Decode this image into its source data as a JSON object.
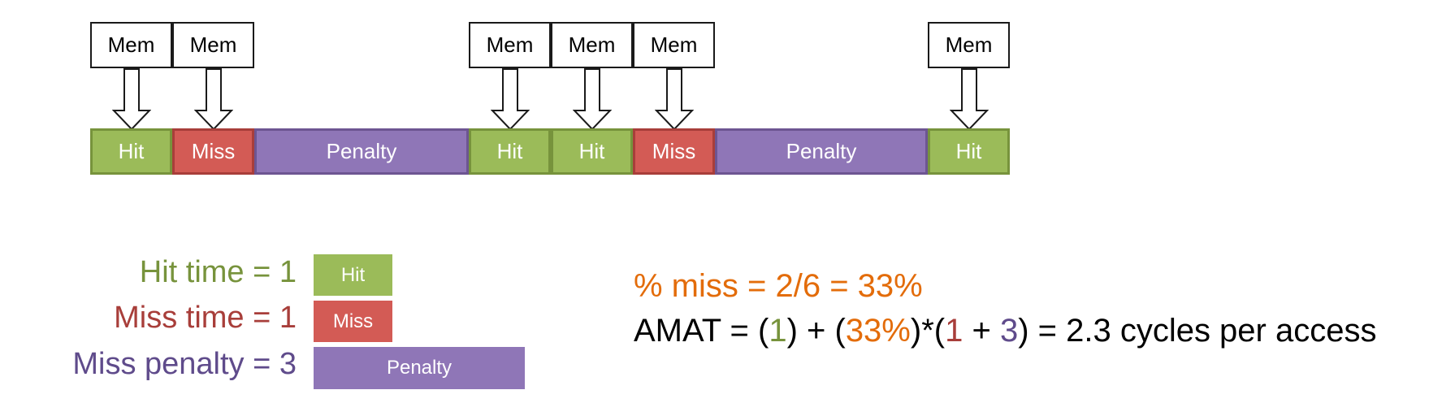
{
  "timeline": {
    "mem_label": "Mem",
    "segments": [
      {
        "kind": "hit",
        "label": "Hit"
      },
      {
        "kind": "miss",
        "label": "Miss"
      },
      {
        "kind": "pen",
        "label": "Penalty"
      },
      {
        "kind": "hit",
        "label": "Hit"
      },
      {
        "kind": "hit",
        "label": "Hit"
      },
      {
        "kind": "miss",
        "label": "Miss"
      },
      {
        "kind": "pen",
        "label": "Penalty"
      },
      {
        "kind": "hit",
        "label": "Hit"
      }
    ]
  },
  "legend": {
    "hit_time": "Hit time = 1",
    "miss_time": "Miss time = 1",
    "miss_penalty": "Miss penalty = 3",
    "hit_box": "Hit",
    "miss_box": "Miss",
    "penalty_box": "Penalty"
  },
  "formula": {
    "miss_rate": "% miss = 2/6 = 33%",
    "amat_prefix": "AMAT = (",
    "amat_hit": "1",
    "amat_mid1": ") + (",
    "amat_pct": "33%",
    "amat_mid2": ")*(",
    "amat_miss": "1",
    "amat_plus": " + ",
    "amat_pen": "3",
    "amat_suffix": ") = 2.3 cycles per access"
  },
  "colors": {
    "hit": "#9bbb59",
    "miss": "#d35b55",
    "penalty": "#8f76b7",
    "formula_orange": "#e36c0a"
  }
}
